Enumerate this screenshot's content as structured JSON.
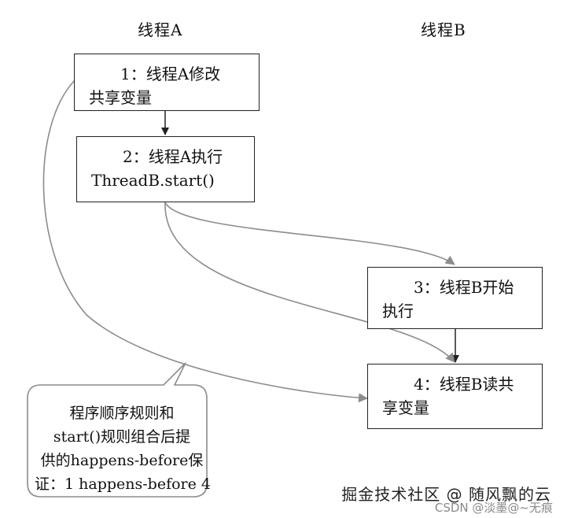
{
  "columns": {
    "a_title": "线程A",
    "b_title": "线程B"
  },
  "steps": [
    {
      "line1": "1：线程A修改",
      "line2": "共享变量"
    },
    {
      "line1": "2：线程A执行",
      "line2": "ThreadB.start()"
    },
    {
      "line1": "3：线程B开始",
      "line2": "执行"
    },
    {
      "line1": "4：线程B读共",
      "line2": "享变量"
    }
  ],
  "callout": {
    "lines": [
      "程序顺序规则和",
      "start()规则组合后提",
      "供的happens-before保",
      "证：1 happens-before 4"
    ]
  },
  "watermark": {
    "primary": "掘金技术社区 @ 随风飘的云",
    "secondary": "CSDN @淡墨@~无痕"
  },
  "colors": {
    "box_border": "#222222",
    "arrow_dark": "#222222",
    "arrow_gray": "#8c8c8c"
  }
}
